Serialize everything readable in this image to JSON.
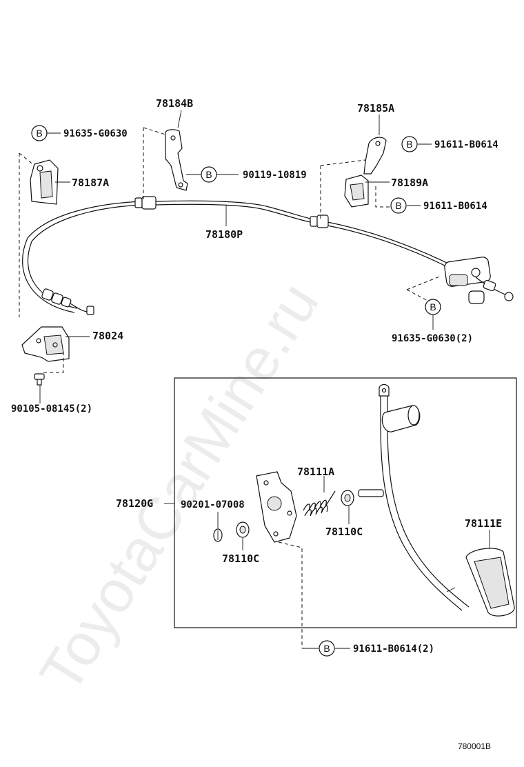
{
  "labels": {
    "p78184B": "78184B",
    "p78185A": "78185A",
    "p91635_G0630_top": "91635-G0630",
    "p91611_B0614_a": "91611-B0614",
    "p78187A": "78187A",
    "p90119_10819": "90119-10819",
    "p78189A": "78189A",
    "p91611_B0614_b": "91611-B0614",
    "p78180P": "78180P",
    "p78024": "78024",
    "p91635_G0630_2": "91635-G0630(2)",
    "p90105_08145_2": "90105-08145(2)",
    "p78111A": "78111A",
    "p78120G": "78120G",
    "p90201_07008": "90201-07008",
    "p78110C_right": "78110C",
    "p78111E": "78111E",
    "p78110C_left": "78110C",
    "p91611_B0614_2": "91611-B0614(2)"
  },
  "bolt_marker": "B",
  "diagram_id": "780001B",
  "watermark": "ToyotaCarMine.ru"
}
